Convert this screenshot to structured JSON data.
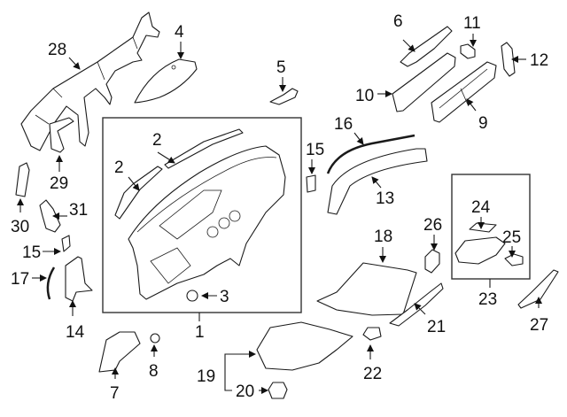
{
  "diagram": {
    "title": "Instrument panel components exploded parts diagram",
    "callouts": [
      {
        "id": "c1",
        "label": "1"
      },
      {
        "id": "c2a",
        "label": "2"
      },
      {
        "id": "c2b",
        "label": "2"
      },
      {
        "id": "c3",
        "label": "3"
      },
      {
        "id": "c4",
        "label": "4"
      },
      {
        "id": "c5",
        "label": "5"
      },
      {
        "id": "c6",
        "label": "6"
      },
      {
        "id": "c7",
        "label": "7"
      },
      {
        "id": "c8",
        "label": "8"
      },
      {
        "id": "c9",
        "label": "9"
      },
      {
        "id": "c10",
        "label": "10"
      },
      {
        "id": "c11",
        "label": "11"
      },
      {
        "id": "c12",
        "label": "12"
      },
      {
        "id": "c13",
        "label": "13"
      },
      {
        "id": "c14",
        "label": "14"
      },
      {
        "id": "c15a",
        "label": "15"
      },
      {
        "id": "c15b",
        "label": "15"
      },
      {
        "id": "c16",
        "label": "16"
      },
      {
        "id": "c17",
        "label": "17"
      },
      {
        "id": "c18",
        "label": "18"
      },
      {
        "id": "c19",
        "label": "19"
      },
      {
        "id": "c20",
        "label": "20"
      },
      {
        "id": "c21",
        "label": "21"
      },
      {
        "id": "c22",
        "label": "22"
      },
      {
        "id": "c23",
        "label": "23"
      },
      {
        "id": "c24",
        "label": "24"
      },
      {
        "id": "c25",
        "label": "25"
      },
      {
        "id": "c26",
        "label": "26"
      },
      {
        "id": "c27",
        "label": "27"
      },
      {
        "id": "c28",
        "label": "28"
      },
      {
        "id": "c29",
        "label": "29"
      },
      {
        "id": "c30",
        "label": "30"
      },
      {
        "id": "c31",
        "label": "31"
      }
    ],
    "groups": [
      {
        "name": "instrument-panel-assembly",
        "label_ref": "1",
        "members": [
          "2",
          "2",
          "3"
        ]
      },
      {
        "name": "storage-assembly",
        "label_ref": "23",
        "members": [
          "24",
          "25"
        ]
      },
      {
        "name": "bracket-assembly",
        "label_ref": "19",
        "members": [
          "20"
        ]
      }
    ]
  }
}
